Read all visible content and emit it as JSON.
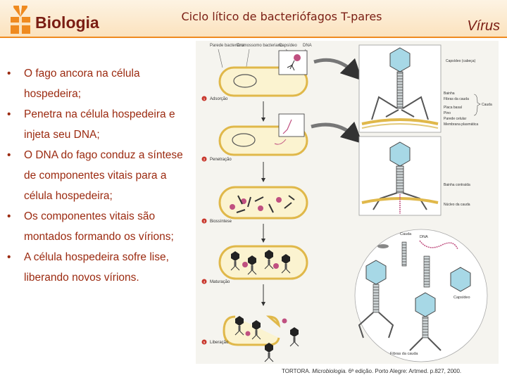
{
  "header": {
    "brand": "Biologia",
    "title": "Ciclo lítico de bacteriófagos T-pares",
    "section": "Vírus"
  },
  "bullets": [
    "O fago ancora na célula hospedeira;",
    "Penetra na célula hospedeira e injeta seu DNA;",
    "O DNA do fago conduz a síntese de componentes vitais para a célula hospedeira;",
    "Os componentes vitais são montados formando os vírions;",
    "A célula hospedeira sofre lise, liberando novos vírions."
  ],
  "figure": {
    "top_labels": {
      "wall": "Parede bacteriana",
      "chromosome": "Cromossomo bacteriano",
      "capsid": "Capsídeo",
      "dna": "DNA"
    },
    "steps": [
      {
        "number": "1",
        "label": "Adsorção"
      },
      {
        "number": "2",
        "label": "Penetração"
      },
      {
        "number": "3",
        "label": "Biossíntese"
      },
      {
        "number": "4",
        "label": "Maturação"
      },
      {
        "number": "5",
        "label": "Liberação"
      }
    ],
    "detail1_labels": [
      "Capsídeo (cabeça)",
      "Bainha",
      "Fibras da cauda",
      "Placa basal",
      "Pino",
      "Parede celular",
      "Membrana plasmática"
    ],
    "tail_label": "Cauda",
    "detail2_labels": [
      "Bainha contraída",
      "Núcleo da cauda"
    ],
    "assembly_labels": {
      "tail": "Cauda",
      "dna": "DNA",
      "capsid": "Capsídeo",
      "fibers": "Fibras da cauda"
    }
  },
  "citation": {
    "author": "TORTORA.",
    "work": "Microbiologia.",
    "rest": "6ª edição. Porto Alegre: Artmed. p.827, 2000."
  },
  "colors": {
    "accent": "#ef8a1f",
    "title": "#7a1d13",
    "bullet_text": "#9b2a10"
  }
}
